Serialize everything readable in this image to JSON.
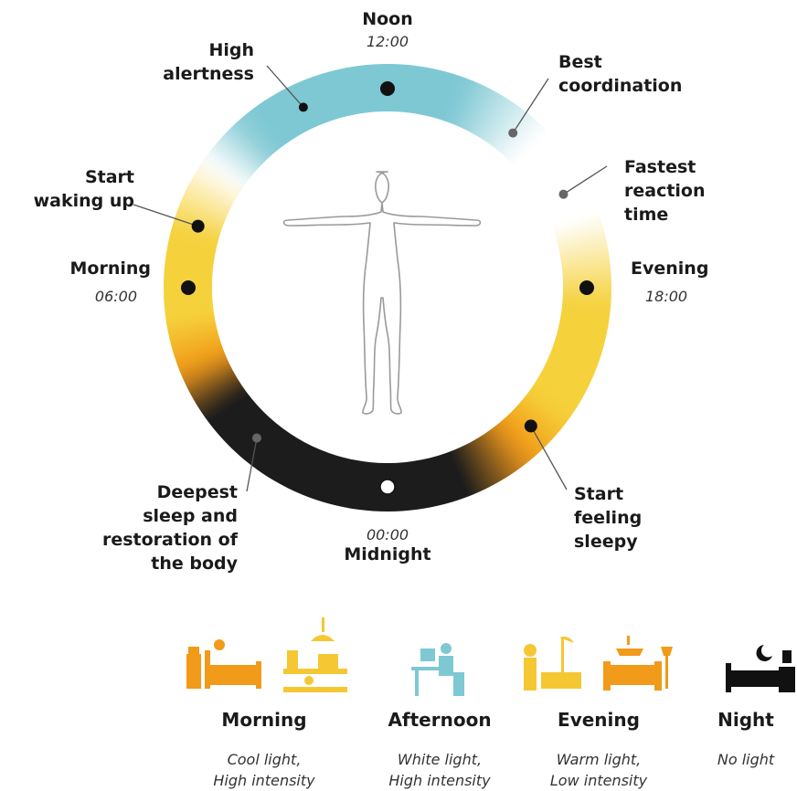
{
  "clock": {
    "noon": {
      "label": "Noon",
      "time": "12:00"
    },
    "evening": {
      "label": "Evening",
      "time": "18:00"
    },
    "midnight": {
      "label": "Midnight",
      "time": "00:00"
    },
    "morning": {
      "label": "Morning",
      "time": "06:00"
    }
  },
  "events": {
    "high_alertness": "High\nalertness",
    "best_coordination": "Best\ncoordination",
    "fastest_reaction": "Fastest\nreaction\ntime",
    "start_feeling_sleepy": "Start\nfeeling\nsleepy",
    "deepest_sleep": "Deepest\nsleep and\nrestoration of\nthe body",
    "start_waking_up": "Start\nwaking up"
  },
  "periods": [
    {
      "name": "Morning",
      "desc": "Cool light,\nHigh intensity",
      "color": "#f29a1a",
      "icon": "bedroom-lamp-icon"
    },
    {
      "name": "Afternoon",
      "desc": "White light,\nHigh intensity",
      "color": "#7ec8d3",
      "icon": "desk-worker-icon"
    },
    {
      "name": "Evening",
      "desc": "Warm light,\nLow intensity",
      "color": "#f5c733",
      "icon": "sofa-lamp-icon"
    },
    {
      "name": "Night",
      "desc": "No light",
      "color": "#111111",
      "icon": "bed-moon-icon"
    }
  ],
  "colors": {
    "day": "#7ec8d3",
    "evening": "#f5d13a",
    "dusk": "#f29a1a",
    "night": "#1e1e1e"
  }
}
